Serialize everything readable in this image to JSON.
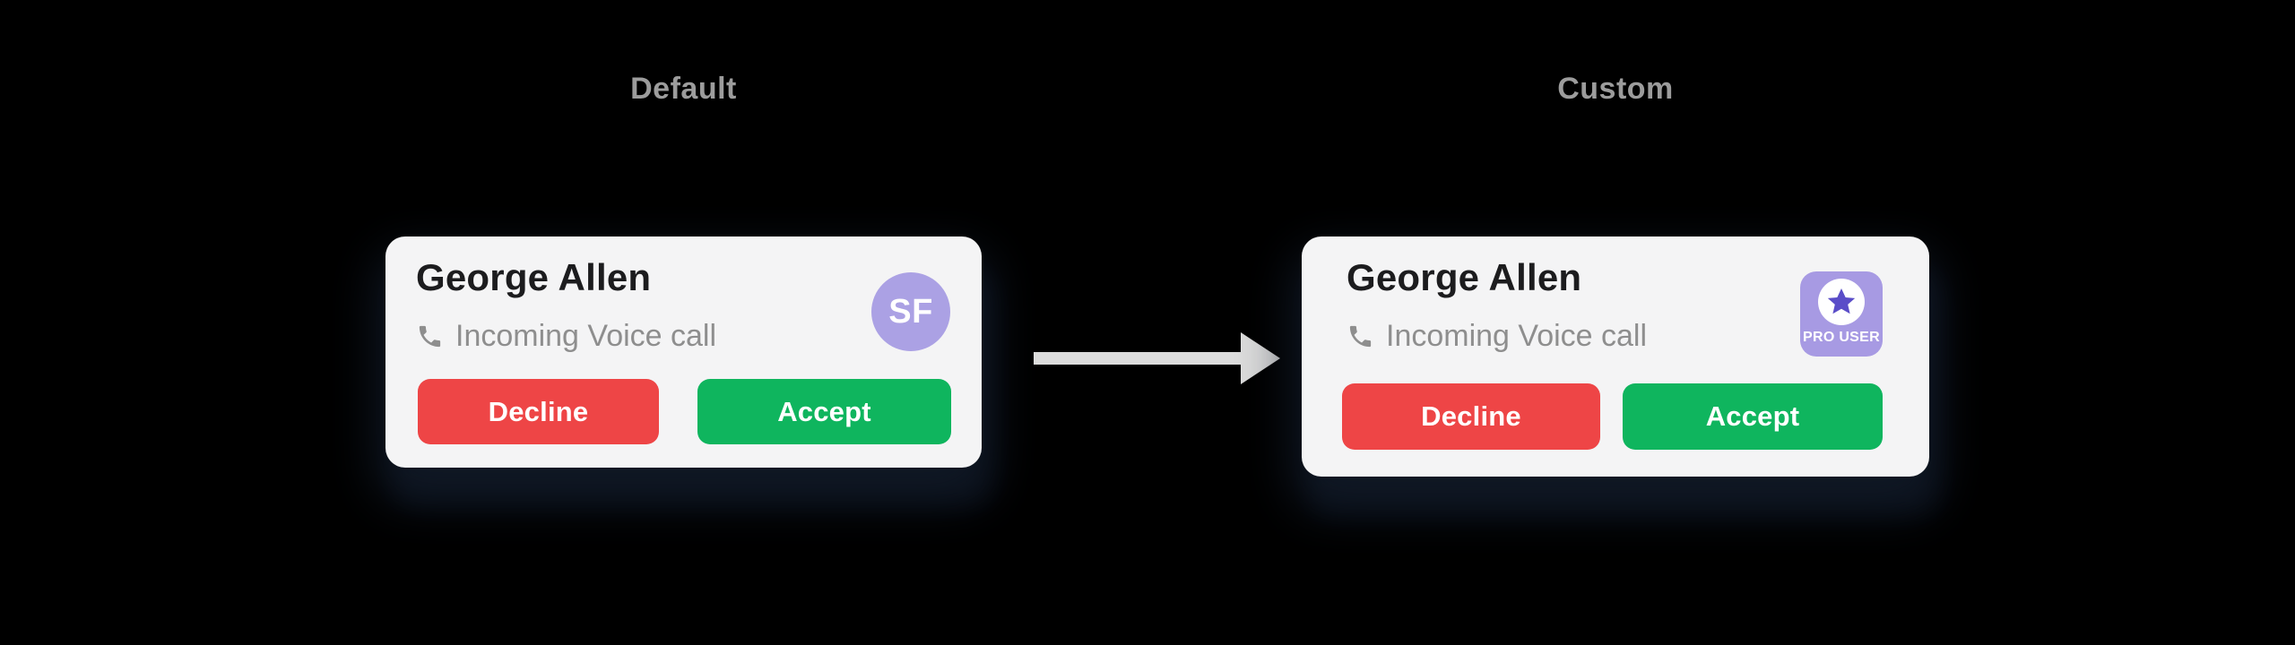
{
  "page": {
    "background_color": "#000000"
  },
  "before": {
    "label": "Default",
    "card": {
      "caller_name": "George Allen",
      "call_type": "Incoming Voice call",
      "avatar_initials": "SF",
      "buttons": {
        "decline": "Decline",
        "accept": "Accept"
      }
    }
  },
  "after": {
    "label": "Custom",
    "card": {
      "caller_name": "George Allen",
      "call_type": "Incoming Voice call",
      "badge": {
        "text": "PRO USER",
        "icon": "star-icon"
      },
      "buttons": {
        "decline": "Decline",
        "accept": "Accept"
      }
    }
  },
  "arrow_icon": "arrow-right",
  "colors": {
    "background": "#000000",
    "card_background": "#f4f4f5",
    "caller_name_text": "#1c1c1e",
    "call_type_text": "#8e8e8e",
    "decline_button": "#ee4546",
    "accept_button": "#0fb55e",
    "avatar_background": "#aba1e4",
    "badge_background": "#a79ae3",
    "badge_star": "#5a4dc8",
    "section_label_text": "#9c9c9c",
    "arrow": "#dcdcdc"
  }
}
